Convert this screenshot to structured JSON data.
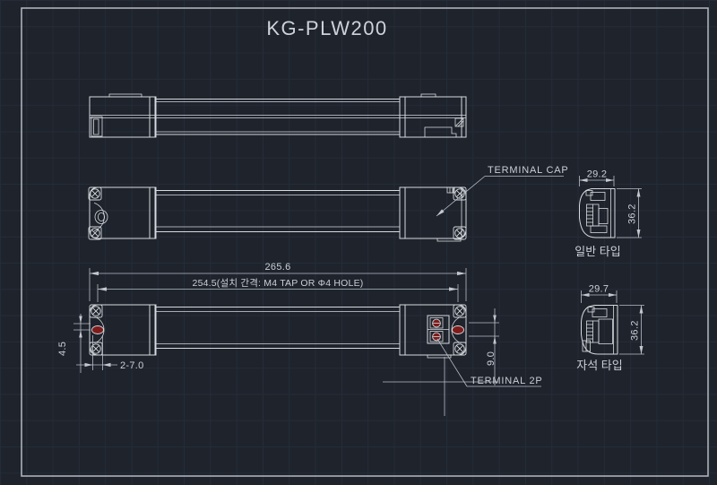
{
  "title": "KG-PLW200",
  "labels": {
    "terminal_cap": "TERMINAL CAP",
    "terminal_2p": "TERMINAL 2P",
    "type_normal": "일반 타입",
    "type_magnet": "자석 타입"
  },
  "dims": {
    "overall_length": "265.6",
    "mounting_spacing": "254.5(설치 간격: M4 TAP OR Φ4 HOLE)",
    "slot_offset": "4.5",
    "slot_spec": "2-7.0",
    "terminal_pitch": "9.0",
    "normal_width": "29.2",
    "normal_height": "36.2",
    "magnet_width": "29.7",
    "magnet_height": "36.2"
  },
  "icons": {
    "screw": "phillips-screw",
    "mounting_slot": "red-obround-slot",
    "terminal_contact": "red-terminal-screw"
  },
  "colors": {
    "background": "#1e232c",
    "grid": "#262c37",
    "frame": "#b5bac2",
    "object_line": "#d7dade",
    "dimension_line": "#b9bec6",
    "text": "#cbd0d7",
    "accent_red": "#7e1c1c"
  }
}
